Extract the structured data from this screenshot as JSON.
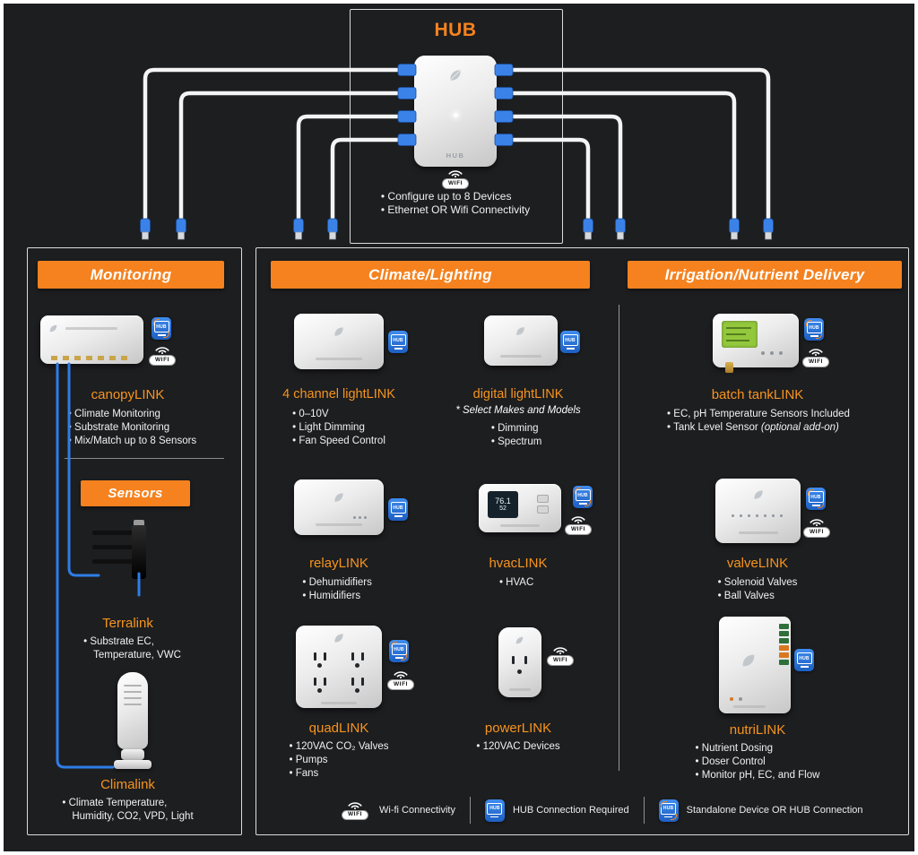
{
  "hub": {
    "title": "HUB",
    "device_label": "HUB",
    "bullets": [
      "Configure up to 8 Devices",
      "Ethernet OR Wifi Connectivity"
    ]
  },
  "badges": {
    "wifi": "WIFI",
    "hub": "HUB"
  },
  "monitoring": {
    "title": "Monitoring",
    "canopy": {
      "name": "canopyLINK",
      "bullets": [
        "Climate Monitoring",
        "Substrate Monitoring",
        "Mix/Match up to 8 Sensors"
      ]
    },
    "sensors_title": "Sensors",
    "terralink": {
      "name": "Terralink",
      "line1": "Substrate EC,",
      "line2": "Temperature, VWC"
    },
    "climalink": {
      "name": "Climalink",
      "line1": "Climate Temperature,",
      "line2": "Humidity, CO2, VPD, Light"
    }
  },
  "climate": {
    "title": "Climate/Lighting",
    "light4": {
      "name": "4 channel lightLINK",
      "bullets": [
        "0–10V",
        "Light Dimming",
        "Fan Speed Control"
      ]
    },
    "digital": {
      "name": "digital lightLINK",
      "note": "* Select Makes and Models",
      "bullets": [
        "Dimming",
        "Spectrum"
      ]
    },
    "relay": {
      "name": "relayLINK",
      "bullets": [
        "Dehumidifiers",
        "Humidifiers"
      ]
    },
    "hvac": {
      "name": "hvacLINK",
      "bullets": [
        "HVAC"
      ],
      "screen": {
        "line1": "76.1",
        "line2": "52"
      }
    },
    "quad": {
      "name": "quadLINK",
      "bullets": [
        "120VAC CO₂ Valves",
        "Pumps",
        "Fans"
      ]
    },
    "power": {
      "name": "powerLINK",
      "bullets": [
        "120VAC Devices"
      ]
    }
  },
  "irrigation": {
    "title": "Irrigation/Nutrient Delivery",
    "batch": {
      "name": "batch tankLINK",
      "bullet1": "EC, pH Temperature Sensors Included",
      "bullet2_text": "Tank Level Sensor ",
      "bullet2_italic": "(optional add-on)"
    },
    "valve": {
      "name": "valveLINK",
      "bullets": [
        "Solenoid Valves",
        "Ball Valves"
      ]
    },
    "nutri": {
      "name": "nutriLINK",
      "bullets": [
        "Nutrient Dosing",
        "Doser Control",
        "Monitor pH, EC, and Flow"
      ]
    }
  },
  "legend": {
    "wifi_label": "Wi-fi Connectivity",
    "hub_label": "HUB Connection Required",
    "standalone_label": "Standalone Device OR HUB Connection"
  }
}
